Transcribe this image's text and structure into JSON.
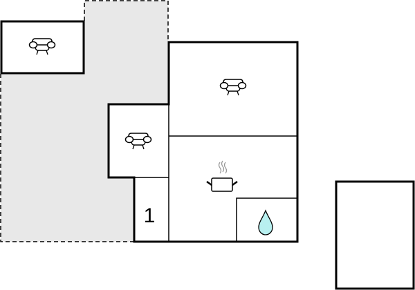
{
  "floorplan": {
    "colors": {
      "wall": "#000000",
      "terrace": "#e8e8e8",
      "water": "#b8f0f0",
      "steam": "#999999"
    },
    "rooms": [
      {
        "id": "annex-living",
        "icon": "sofa-icon"
      },
      {
        "id": "living-room",
        "icon": "sofa-icon"
      },
      {
        "id": "side-living",
        "icon": "sofa-icon"
      },
      {
        "id": "kitchen",
        "icon": "cooking-pot-icon"
      },
      {
        "id": "bathroom",
        "icon": "water-drop-icon"
      },
      {
        "id": "bedroom-1",
        "label": "1"
      },
      {
        "id": "outbuilding"
      }
    ],
    "terrace": {
      "style": "dashed"
    }
  }
}
